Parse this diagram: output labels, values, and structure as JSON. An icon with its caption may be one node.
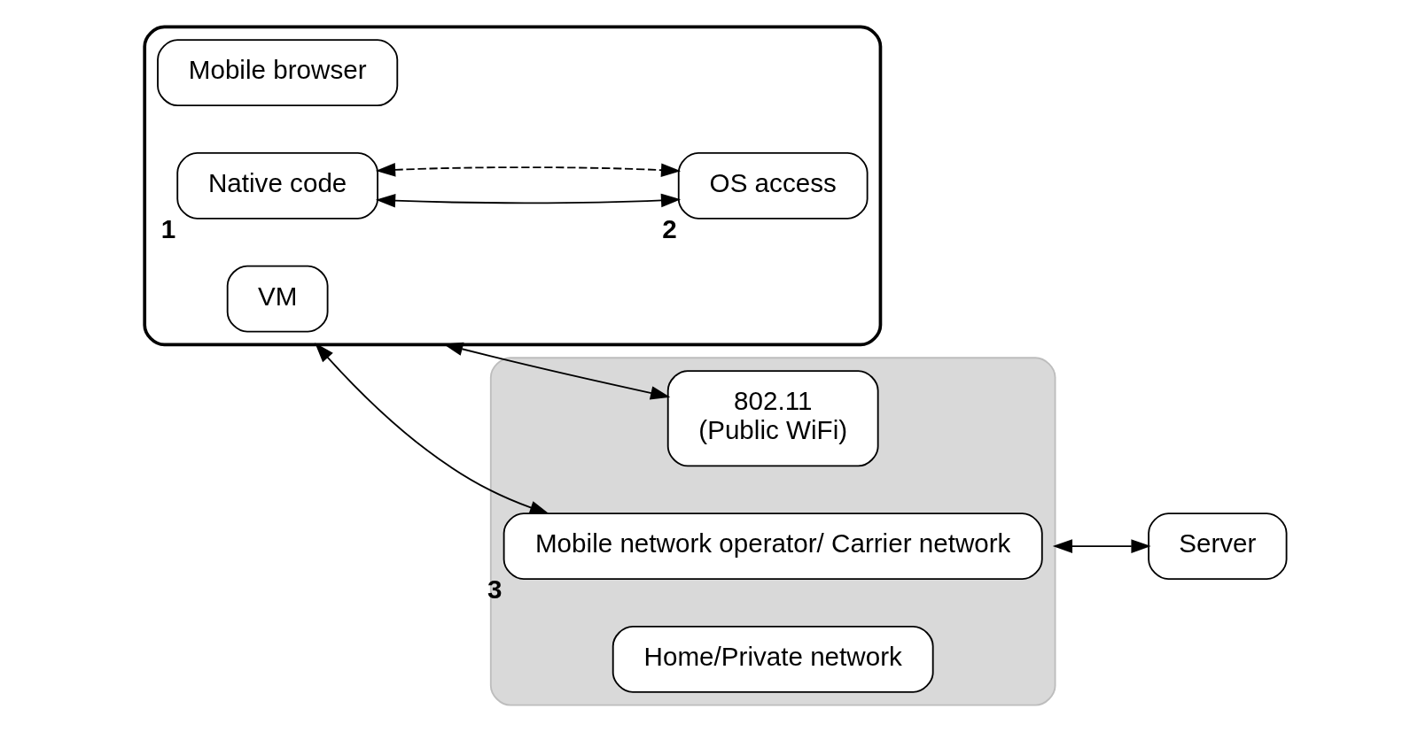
{
  "diagram": {
    "nodes": [
      {
        "text": [],
        "shape": "box"
      },
      {
        "text": [
          "Mobile browser"
        ],
        "in": 0
      },
      {
        "text": [
          "Native code"
        ],
        "in": 0,
        "beside": [
          "1"
        ]
      },
      {
        "text": [
          "VM"
        ],
        "in": 0
      },
      {
        "text": [
          "OS access"
        ],
        "in": 0,
        "beside": [
          "2"
        ]
      },
      {
        "text": [],
        "shape": "cloud"
      },
      {
        "text": [
          "802.11",
          "(Public WiFi)"
        ],
        "in": 5
      },
      {
        "text": [
          "Mobile network operator/ Carrier network"
        ],
        "in": 5,
        "beside": [
          "3"
        ]
      },
      {
        "text": [
          "Home/Private network"
        ],
        "in": 5
      },
      {
        "text": [
          "Server"
        ]
      }
    ],
    "edges": [
      {
        "from": 2,
        "to": 4,
        "arrow": "both"
      },
      {
        "from": 2,
        "to": 4,
        "arrow": "both",
        "style": "dashed"
      },
      {
        "from": 0,
        "to": 6,
        "arrow": "both"
      },
      {
        "from": 0,
        "to": 7,
        "arrow": "both"
      },
      {
        "from": 5,
        "to": 9,
        "arrow": "both"
      }
    ]
  }
}
